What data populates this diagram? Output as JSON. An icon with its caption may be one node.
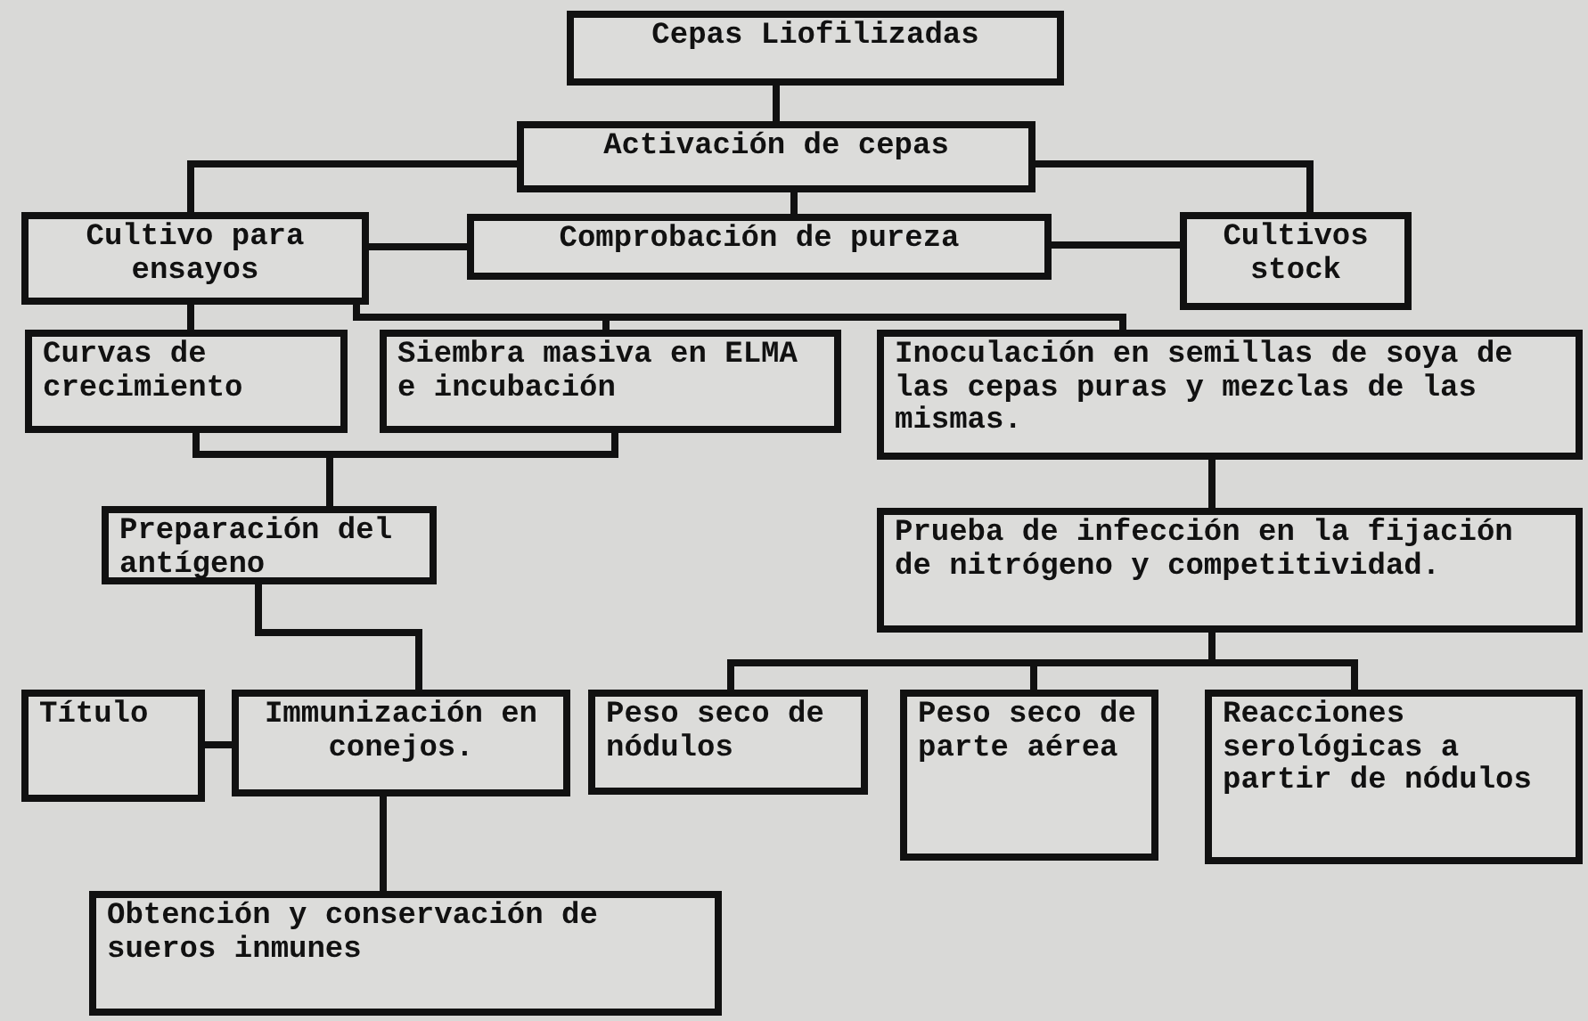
{
  "diagram": {
    "nodes": [
      {
        "text": [
          "Cepas Liofilizadas"
        ]
      },
      {
        "text": [
          "Activación de cepas"
        ]
      },
      {
        "text": [
          "Cultivo para ensayos"
        ]
      },
      {
        "text": [
          "Comprobación de pureza"
        ]
      },
      {
        "text": [
          "Cultivos stock"
        ]
      },
      {
        "text": [
          "Curvas de crecimiento"
        ]
      },
      {
        "text": [
          "Siembra masiva en ELMA e incubación"
        ]
      },
      {
        "text": [
          "Inoculación en semillas de soya de las cepas puras y mezclas de las mismas."
        ]
      },
      {
        "text": [
          "Preparación del antígeno"
        ]
      },
      {
        "text": [
          "Prueba de infección en la fijación de nitrógeno y competitividad."
        ]
      },
      {
        "text": [
          "Título"
        ]
      },
      {
        "text": [
          "Immunización en conejos."
        ]
      },
      {
        "text": [
          "Peso seco de nódulos"
        ]
      },
      {
        "text": [
          "Peso seco de parte aérea"
        ]
      },
      {
        "text": [
          "Reacciones serológicas a partir de nódulos"
        ]
      },
      {
        "text": [
          "Obtención y conservación de sueros inmunes"
        ]
      }
    ],
    "edges": [
      {
        "from": 0,
        "to": 1,
        "arrow": "none"
      },
      {
        "from": 1,
        "to": 2,
        "arrow": "none"
      },
      {
        "from": 1,
        "to": 3,
        "arrow": "none"
      },
      {
        "from": 1,
        "to": 4,
        "arrow": "none"
      },
      {
        "from": 2,
        "to": 3,
        "arrow": "none"
      },
      {
        "from": 3,
        "to": 4,
        "arrow": "none"
      },
      {
        "from": 2,
        "to": 5,
        "arrow": "none"
      },
      {
        "from": 2,
        "to": 6,
        "arrow": "none"
      },
      {
        "from": 2,
        "to": 7,
        "arrow": "none"
      },
      {
        "from": 5,
        "to": 8,
        "arrow": "none"
      },
      {
        "from": 6,
        "to": 8,
        "arrow": "none"
      },
      {
        "from": 7,
        "to": 9,
        "arrow": "none"
      },
      {
        "from": 8,
        "to": 11,
        "arrow": "none"
      },
      {
        "from": 10,
        "to": 11,
        "arrow": "none"
      },
      {
        "from": 9,
        "to": 12,
        "arrow": "none"
      },
      {
        "from": 9,
        "to": 13,
        "arrow": "none"
      },
      {
        "from": 9,
        "to": 14,
        "arrow": "none"
      },
      {
        "from": 11,
        "to": 15,
        "arrow": "none"
      }
    ]
  }
}
